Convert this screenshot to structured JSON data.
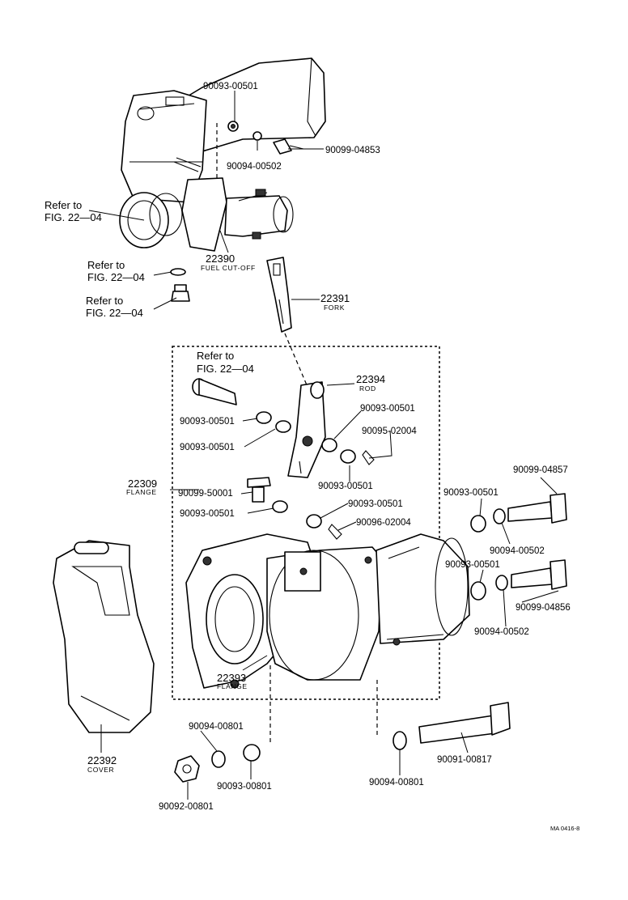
{
  "labels": {
    "p1": "90093-00501",
    "p2": "90094-00502",
    "p3": "90099-04853",
    "r1a": "Refer to",
    "r1b": "FIG. 22—04",
    "r2a": "Refer to",
    "r2b": "FIG. 22—04",
    "r3a": "Refer to",
    "r3b": "FIG. 22—04",
    "p22390": "22390",
    "s22390": "FUEL CUT-OFF",
    "p22391": "22391",
    "s22391": "FORK",
    "r4a": "Refer to",
    "r4b": "FIG. 22—04",
    "p22394": "22394",
    "s22394": "ROD",
    "p4": "90093-00501",
    "p5": "90093-00501",
    "p6": "90093-00501",
    "p7": "90095-02004",
    "p8": "90093-00501",
    "p22309": "22309",
    "s22309": "FLANGE",
    "p9": "90099-50001",
    "p10": "90093-00501",
    "p11": "90093-00501",
    "p12": "90096-02004",
    "p13": "90093-00501",
    "p14": "90099-04857",
    "p15": "90094-00502",
    "p16": "90093-00501",
    "p17": "90099-04856",
    "p18": "90094-00502",
    "p22393": "22393",
    "s22393": "FLANGE",
    "p22392": "22392",
    "s22392": "COVER",
    "p19": "90094-00801",
    "p20": "90093-00801",
    "p21": "90092-00801",
    "p22": "90094-00801",
    "p23": "90091-00817",
    "code": "MA 0416-8"
  }
}
